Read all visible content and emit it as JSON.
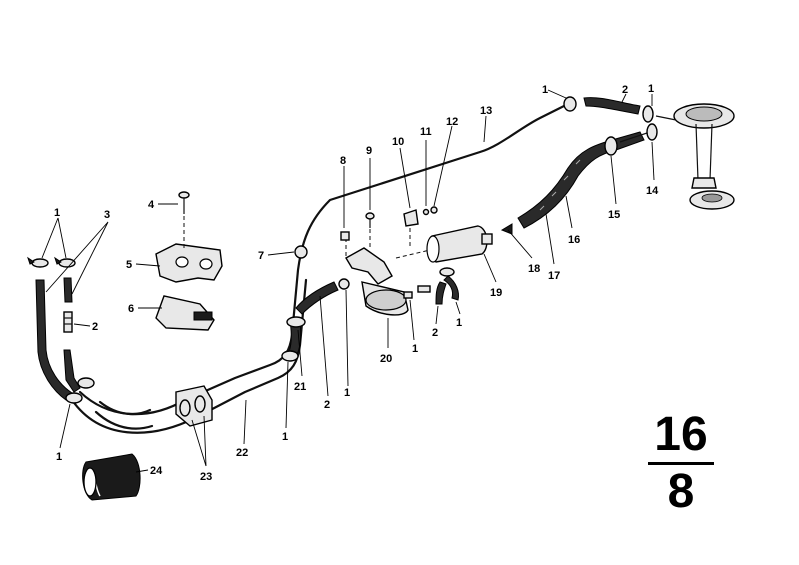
{
  "callouts": {
    "c1a": "1",
    "c1b": "1",
    "c1c": "1",
    "c1d": "1",
    "c1e": "1",
    "c1f": "1",
    "c1g": "1",
    "c1h": "1",
    "c2a": "2",
    "c2b": "2",
    "c2c": "2",
    "c2d": "2",
    "c3": "3",
    "c4": "4",
    "c5": "5",
    "c6": "6",
    "c7": "7",
    "c8": "8",
    "c9": "9",
    "c10": "10",
    "c11": "11",
    "c12": "12",
    "c13": "13",
    "c14": "14",
    "c15": "15",
    "c16": "16",
    "c17": "17",
    "c18": "18",
    "c19": "19",
    "c20": "20",
    "c21": "21",
    "c22": "22",
    "c23": "23",
    "c24": "24"
  },
  "page_code": {
    "numerator": "16",
    "denominator": "8"
  }
}
